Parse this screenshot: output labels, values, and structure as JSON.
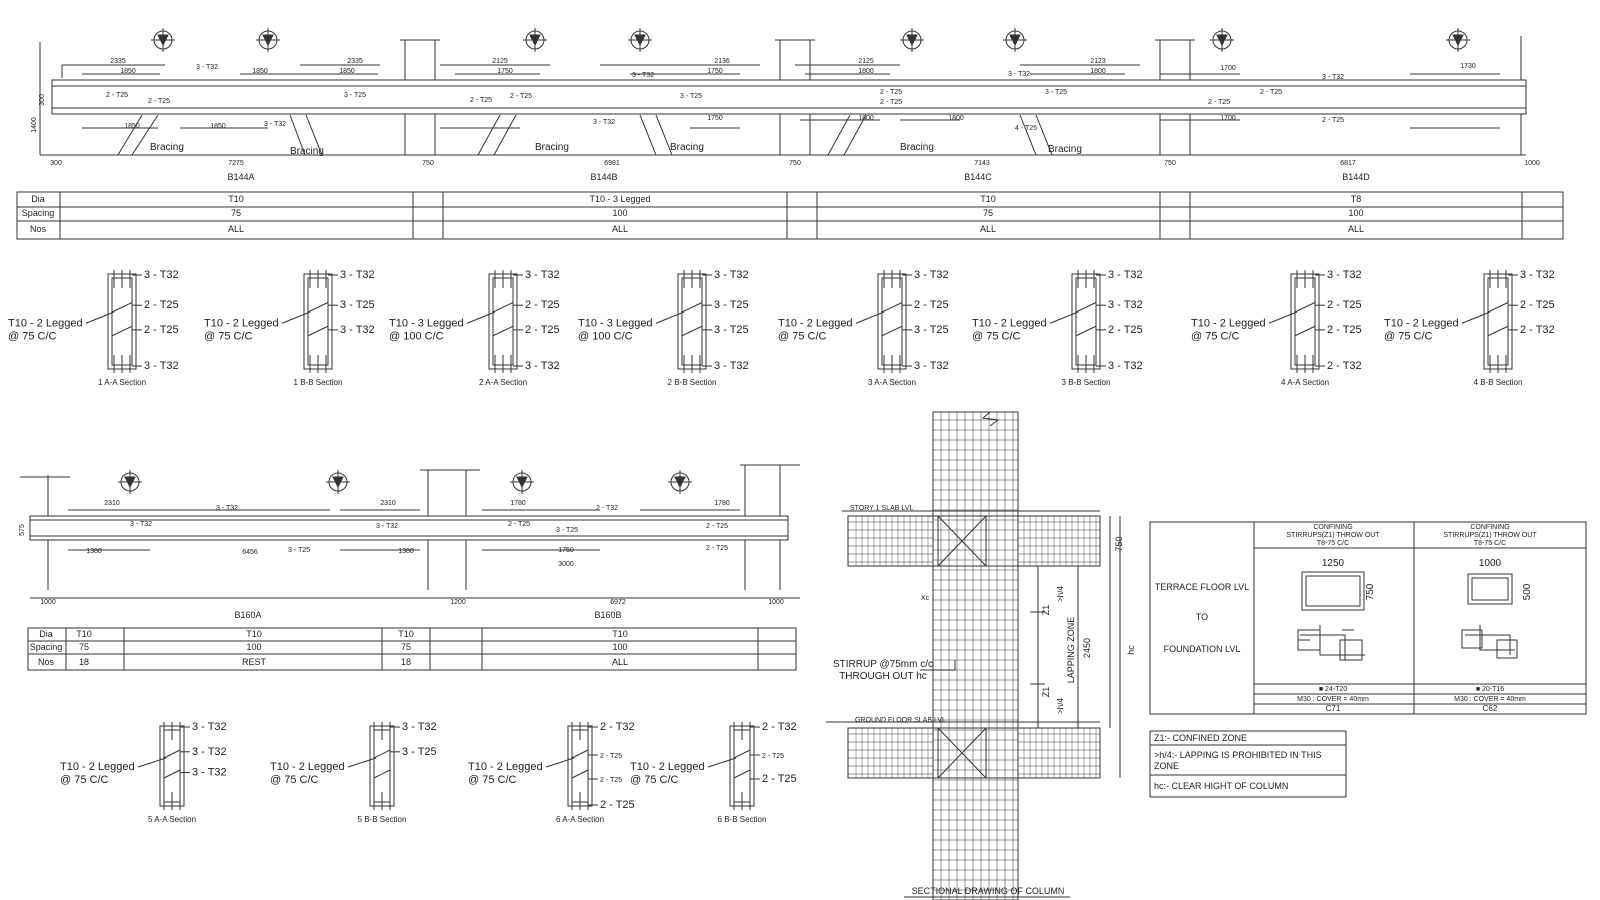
{
  "top_beam": {
    "beams": [
      "B144A",
      "B144B",
      "B144C",
      "B144D"
    ],
    "spans": [
      "7275",
      "6981",
      "7143",
      "6817"
    ],
    "depth_labels": [
      "1400",
      "300"
    ],
    "small_dims": [
      "300",
      "750",
      "750",
      "750",
      "1000"
    ],
    "rebar_labels": [
      "3 - T32",
      "2 - T25",
      "2 - T25",
      "3 - T25",
      "3 - T32",
      "3 - T32",
      "2 - T25",
      "2 - T25",
      "3 - T25",
      "3 - T32",
      "3 - T32",
      "2 - T25",
      "2 - T25",
      "3 - T25",
      "4 - T25",
      "3 - T32",
      "2 - T25",
      "2 - T25",
      "2 - T25"
    ],
    "dims": [
      "2335",
      "1850",
      "1850",
      "1850",
      "2335",
      "1850",
      "1850",
      "2125",
      "1750",
      "2136",
      "1750",
      "1750",
      "2125",
      "1800",
      "2123",
      "1800",
      "1800",
      "1800",
      "1700",
      "1700",
      "1730"
    ],
    "bracing": [
      "Bracing",
      "Bracing",
      "Bracing",
      "Bracing",
      "Bracing",
      "Bracing"
    ],
    "table_headers": [
      "Dia",
      "Spacing",
      "Nos"
    ],
    "table_cols": [
      {
        "dia": "T10",
        "spacing": "75",
        "nos": "ALL"
      },
      {
        "dia": "T10 - 3 Legged",
        "spacing": "100",
        "nos": "ALL"
      },
      {
        "dia": "T10",
        "spacing": "75",
        "nos": "ALL"
      },
      {
        "dia": "T8",
        "spacing": "100",
        "nos": "ALL"
      }
    ]
  },
  "sections_top": [
    {
      "title": "1 A-A Section",
      "stirrup": "T10 - 2 Legged",
      "spacing": "@ 75 C/C",
      "labels": [
        "3 - T32",
        "2 - T25",
        "2 - T25",
        "3 - T32"
      ]
    },
    {
      "title": "1 B-B Section",
      "stirrup": "T10 - 2 Legged",
      "spacing": "@ 75 C/C",
      "labels": [
        "3 - T32",
        "3 - T25",
        "3 - T32"
      ]
    },
    {
      "title": "2 A-A Section",
      "stirrup": "T10 - 3 Legged",
      "spacing": "@ 100 C/C",
      "labels": [
        "3 - T32",
        "2 - T25",
        "2 - T25",
        "3 - T32"
      ]
    },
    {
      "title": "2 B-B Section",
      "stirrup": "T10 - 3 Legged",
      "spacing": "@ 100 C/C",
      "labels": [
        "3 - T32",
        "3 - T25",
        "3 - T25",
        "3 - T32"
      ]
    },
    {
      "title": "3 A-A Section",
      "stirrup": "T10 - 2 Legged",
      "spacing": "@ 75 C/C",
      "labels": [
        "3 - T32",
        "2 - T25",
        "3 - T25",
        "3 - T32"
      ]
    },
    {
      "title": "3 B-B Section",
      "stirrup": "T10 - 2 Legged",
      "spacing": "@ 75 C/C",
      "labels": [
        "3 - T32",
        "3 - T32",
        "2 - T25",
        "3 - T32"
      ]
    },
    {
      "title": "4 A-A Section",
      "stirrup": "T10 - 2 Legged",
      "spacing": "@ 75 C/C",
      "labels": [
        "3 - T32",
        "2 - T25",
        "2 - T25",
        "2 - T32"
      ]
    },
    {
      "title": "4 B-B Section",
      "stirrup": "T10 - 2 Legged",
      "spacing": "@ 75 C/C",
      "labels": [
        "3 - T32",
        "2 - T25",
        "2 - T32"
      ]
    }
  ],
  "bottom_beam": {
    "beams": [
      "B160A",
      "B160B"
    ],
    "spans": [
      "6456",
      "6972"
    ],
    "depth_label": "575",
    "small_dims": [
      "1000",
      "1200",
      "1000"
    ],
    "dims": [
      "2310",
      "2310",
      "1780",
      "1780",
      "1380",
      "1380",
      "1750",
      "3000"
    ],
    "rebar_labels": [
      "3 - T32",
      "3 - T32",
      "3 - T25",
      "3 - T32",
      "2 - T32",
      "3 - T25",
      "2 - T25",
      "2 - T25",
      "2 - T25"
    ],
    "table_headers": [
      "Dia",
      "Spacing",
      "Nos"
    ],
    "table_cols": [
      {
        "dia": "T10",
        "spacing": "75",
        "nos": "18"
      },
      {
        "dia": "T10",
        "spacing": "100",
        "nos": "REST"
      },
      {
        "dia": "T10",
        "spacing": "75",
        "nos": "18"
      },
      {
        "dia": "T10",
        "spacing": "100",
        "nos": "ALL"
      }
    ]
  },
  "sections_bottom": [
    {
      "title": "5 A-A Section",
      "stirrup": "T10 - 2 Legged",
      "spacing": "@ 75 C/C",
      "labels": [
        "3 - T32",
        "3 - T32",
        "3 - T32"
      ]
    },
    {
      "title": "5 B-B Section",
      "stirrup": "T10 - 2 Legged",
      "spacing": "@ 75 C/C",
      "labels": [
        "3 - T32",
        "3 - T25"
      ]
    },
    {
      "title": "6 A-A Section",
      "stirrup": "T10 - 2 Legged",
      "spacing": "@ 75 C/C",
      "labels": [
        "2 - T32",
        "2 - T25",
        "2 - T25",
        "2 - T25"
      ]
    },
    {
      "title": "6 B-B Section",
      "stirrup": "T10 - 2 Legged",
      "spacing": "@ 75 C/C",
      "labels": [
        "2 - T32",
        "2 - T25",
        "2 - T25"
      ]
    }
  ],
  "column": {
    "title": "SECTIONAL DRAWING OF COLUMN",
    "story_lvl": "STORY 1 SLAB LVL",
    "ground_lvl": "GROUND FLOOR SLAB LVL",
    "stirrup_note_1": "STIRRUP @75mm c/c",
    "stirrup_note_2": "THROUGH OUT hc",
    "dim_750": "750",
    "dim_2450": "2450",
    "hc": "hc",
    "z1": "Z1",
    "h4": ">h/4",
    "lapping": "LAPPING ZONE",
    "xc": "Xc"
  },
  "schedule": {
    "floor_1": "TERRACE FLOOR LVL",
    "floor_2": "TO",
    "floor_3": "FOUNDATION LVL",
    "c71": {
      "head_1": "CONFINING",
      "head_2": "STIRRUPS(Z1) THROW OUT",
      "head_3": "T8-75 C/C",
      "w": "1250",
      "h": "750",
      "bars": "■ 24-T20",
      "cover": "M30 : COVER = 40mm",
      "name": "C71"
    },
    "c62": {
      "head_1": "CONFINING",
      "head_2": "STIRRUPS(Z1) THROW OUT",
      "head_3": "T8-75 C/C",
      "w": "1000",
      "h": "500",
      "bars": "■ 20-T16",
      "cover": "M30 : COVER = 40mm",
      "name": "C62"
    }
  },
  "legend": {
    "z1": "Z1:- CONFINED ZONE",
    "lap_1": ">h/4:- LAPPING IS PROHIBITED IN THIS",
    "lap_2": "ZONE",
    "hc": "hc:- CLEAR HIGHT OF COLUMN"
  }
}
